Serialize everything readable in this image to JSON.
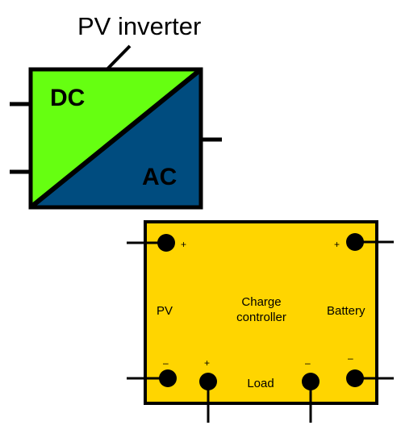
{
  "inverter": {
    "title": "PV inverter",
    "dc_label": "DC",
    "ac_label": "AC",
    "dc_color": "#66ff11",
    "ac_color": "#004c7f"
  },
  "controller": {
    "title_line1": "Charge",
    "title_line2": "controller",
    "pv_label": "PV",
    "battery_label": "Battery",
    "load_label": "Load",
    "plus": "+",
    "minus": "–",
    "body_color": "#ffd500"
  }
}
